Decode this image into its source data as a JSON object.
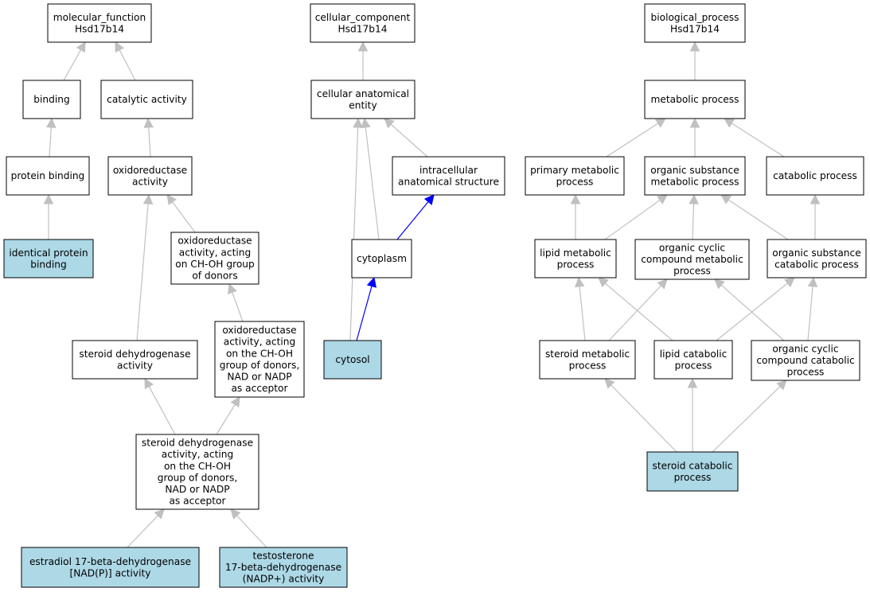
{
  "colors": {
    "node_fill": "#ffffff",
    "node_highlight_fill": "#add8e6",
    "node_stroke": "#000000",
    "edge_default": "#c0c0c0",
    "edge_highlight": "#0000ff"
  },
  "nodes": [
    {
      "id": "mf",
      "lines": [
        "molecular_function",
        "Hsd17b14"
      ],
      "highlight": false
    },
    {
      "id": "binding",
      "lines": [
        "binding"
      ],
      "highlight": false
    },
    {
      "id": "catalytic",
      "lines": [
        "catalytic activity"
      ],
      "highlight": false
    },
    {
      "id": "protein_binding",
      "lines": [
        "protein binding"
      ],
      "highlight": false
    },
    {
      "id": "oxidoreductase",
      "lines": [
        "oxidoreductase",
        "activity"
      ],
      "highlight": false
    },
    {
      "id": "identical_pb",
      "lines": [
        "identical protein",
        "binding"
      ],
      "highlight": true
    },
    {
      "id": "oxi_choh",
      "lines": [
        "oxidoreductase",
        "activity, acting",
        "on CH-OH group",
        "of donors"
      ],
      "highlight": false
    },
    {
      "id": "oxi_nad",
      "lines": [
        "oxidoreductase",
        "activity, acting",
        "on the CH-OH",
        "group of donors,",
        "NAD or NADP",
        "as acceptor"
      ],
      "highlight": false
    },
    {
      "id": "steroid_dh",
      "lines": [
        "steroid dehydrogenase",
        "activity"
      ],
      "highlight": false
    },
    {
      "id": "steroid_dh_nad",
      "lines": [
        "steroid dehydrogenase",
        "activity, acting",
        "on the CH-OH",
        "group of donors,",
        "NAD or NADP",
        "as acceptor"
      ],
      "highlight": false
    },
    {
      "id": "estradiol",
      "lines": [
        "estradiol 17-beta-dehydrogenase",
        "[NAD(P)] activity"
      ],
      "highlight": true
    },
    {
      "id": "testosterone",
      "lines": [
        "testosterone",
        "17-beta-dehydrogenase",
        "(NADP+) activity"
      ],
      "highlight": true
    },
    {
      "id": "cc",
      "lines": [
        "cellular_component",
        "Hsd17b14"
      ],
      "highlight": false
    },
    {
      "id": "cae",
      "lines": [
        "cellular anatomical",
        "entity"
      ],
      "highlight": false
    },
    {
      "id": "intracellular",
      "lines": [
        "intracellular",
        "anatomical structure"
      ],
      "highlight": false
    },
    {
      "id": "cytoplasm",
      "lines": [
        "cytoplasm"
      ],
      "highlight": false
    },
    {
      "id": "cytosol",
      "lines": [
        "cytosol"
      ],
      "highlight": true
    },
    {
      "id": "bp",
      "lines": [
        "biological_process",
        "Hsd17b14"
      ],
      "highlight": false
    },
    {
      "id": "metabolic",
      "lines": [
        "metabolic process"
      ],
      "highlight": false
    },
    {
      "id": "primary_met",
      "lines": [
        "primary metabolic",
        "process"
      ],
      "highlight": false
    },
    {
      "id": "org_sub_met",
      "lines": [
        "organic substance",
        "metabolic process"
      ],
      "highlight": false
    },
    {
      "id": "catabolic",
      "lines": [
        "catabolic process"
      ],
      "highlight": false
    },
    {
      "id": "lipid_met",
      "lines": [
        "lipid metabolic",
        "process"
      ],
      "highlight": false
    },
    {
      "id": "org_cyc_met",
      "lines": [
        "organic cyclic",
        "compound metabolic",
        "process"
      ],
      "highlight": false
    },
    {
      "id": "org_sub_cat",
      "lines": [
        "organic substance",
        "catabolic process"
      ],
      "highlight": false
    },
    {
      "id": "steroid_met",
      "lines": [
        "steroid metabolic",
        "process"
      ],
      "highlight": false
    },
    {
      "id": "lipid_cat",
      "lines": [
        "lipid catabolic",
        "process"
      ],
      "highlight": false
    },
    {
      "id": "org_cyc_cat",
      "lines": [
        "organic cyclic",
        "compound catabolic",
        "process"
      ],
      "highlight": false
    },
    {
      "id": "steroid_cat",
      "lines": [
        "steroid catabolic",
        "process"
      ],
      "highlight": true
    }
  ],
  "edges": [
    {
      "from": "binding",
      "to": "mf",
      "highlight": false
    },
    {
      "from": "catalytic",
      "to": "mf",
      "highlight": false
    },
    {
      "from": "protein_binding",
      "to": "binding",
      "highlight": false
    },
    {
      "from": "oxidoreductase",
      "to": "catalytic",
      "highlight": false
    },
    {
      "from": "identical_pb",
      "to": "protein_binding",
      "highlight": false
    },
    {
      "from": "oxi_choh",
      "to": "oxidoreductase",
      "highlight": false
    },
    {
      "from": "steroid_dh",
      "to": "oxidoreductase",
      "highlight": false
    },
    {
      "from": "oxi_nad",
      "to": "oxi_choh",
      "highlight": false
    },
    {
      "from": "steroid_dh_nad",
      "to": "steroid_dh",
      "highlight": false
    },
    {
      "from": "steroid_dh_nad",
      "to": "oxi_nad",
      "highlight": false
    },
    {
      "from": "estradiol",
      "to": "steroid_dh_nad",
      "highlight": false
    },
    {
      "from": "testosterone",
      "to": "steroid_dh_nad",
      "highlight": false
    },
    {
      "from": "cae",
      "to": "cc",
      "highlight": false
    },
    {
      "from": "intracellular",
      "to": "cae",
      "highlight": false
    },
    {
      "from": "cytoplasm",
      "to": "cae",
      "highlight": false
    },
    {
      "from": "cytosol",
      "to": "cae",
      "highlight": false
    },
    {
      "from": "cytoplasm",
      "to": "intracellular",
      "highlight": true
    },
    {
      "from": "cytosol",
      "to": "cytoplasm",
      "highlight": true
    },
    {
      "from": "metabolic",
      "to": "bp",
      "highlight": false
    },
    {
      "from": "primary_met",
      "to": "metabolic",
      "highlight": false
    },
    {
      "from": "org_sub_met",
      "to": "metabolic",
      "highlight": false
    },
    {
      "from": "catabolic",
      "to": "metabolic",
      "highlight": false
    },
    {
      "from": "lipid_met",
      "to": "primary_met",
      "highlight": false
    },
    {
      "from": "lipid_met",
      "to": "org_sub_met",
      "highlight": false
    },
    {
      "from": "org_cyc_met",
      "to": "org_sub_met",
      "highlight": false
    },
    {
      "from": "org_sub_cat",
      "to": "org_sub_met",
      "highlight": false
    },
    {
      "from": "org_sub_cat",
      "to": "catabolic",
      "highlight": false
    },
    {
      "from": "steroid_met",
      "to": "lipid_met",
      "highlight": false
    },
    {
      "from": "steroid_met",
      "to": "org_cyc_met",
      "highlight": false
    },
    {
      "from": "lipid_cat",
      "to": "lipid_met",
      "highlight": false
    },
    {
      "from": "lipid_cat",
      "to": "org_sub_cat",
      "highlight": false
    },
    {
      "from": "org_cyc_cat",
      "to": "org_cyc_met",
      "highlight": false
    },
    {
      "from": "org_cyc_cat",
      "to": "org_sub_cat",
      "highlight": false
    },
    {
      "from": "steroid_cat",
      "to": "steroid_met",
      "highlight": false
    },
    {
      "from": "steroid_cat",
      "to": "lipid_cat",
      "highlight": false
    },
    {
      "from": "steroid_cat",
      "to": "org_cyc_cat",
      "highlight": false
    }
  ]
}
